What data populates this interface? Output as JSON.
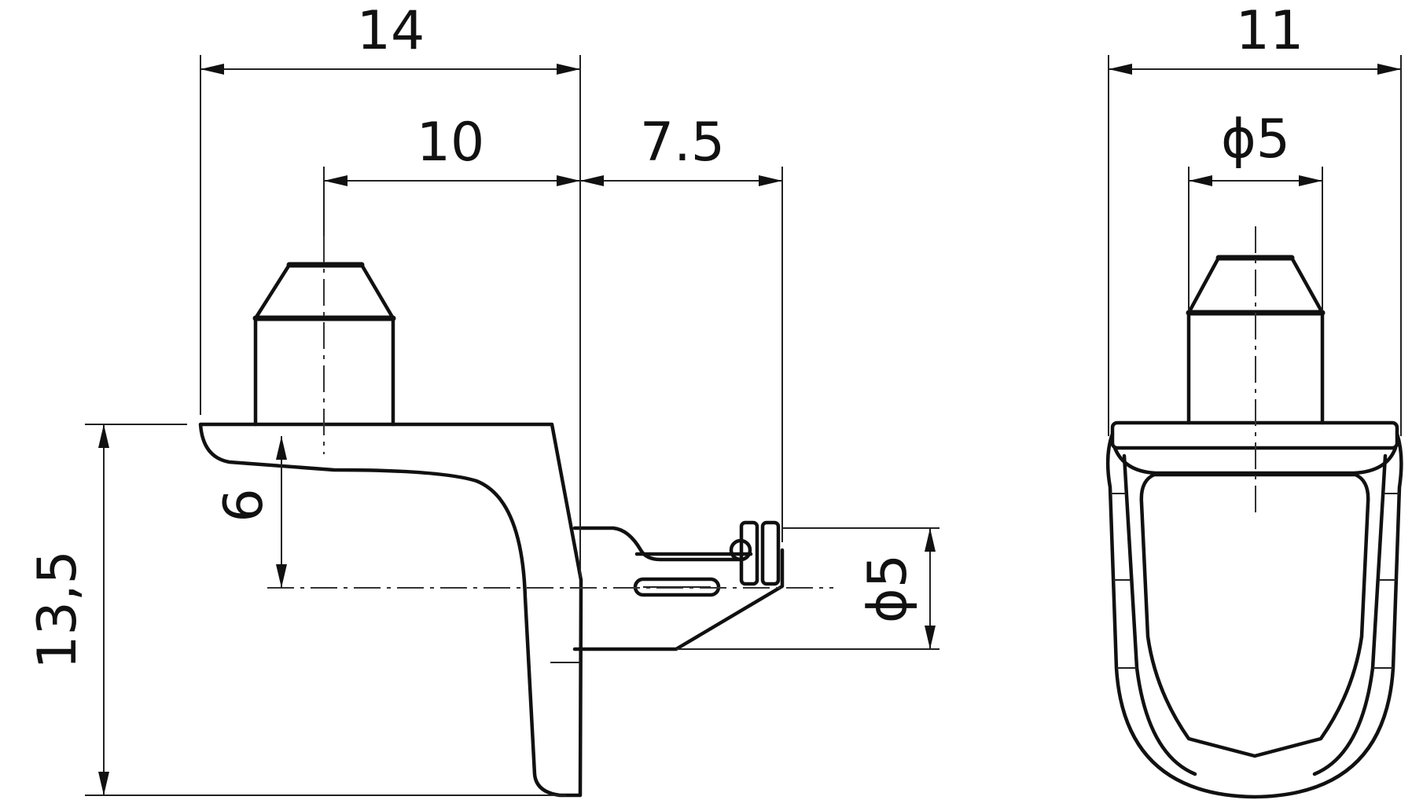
{
  "side_view": {
    "dim_overall_width": "14",
    "dim_pin_offset": "10",
    "dim_peg_length": "7.5",
    "dim_peg_depth": "6",
    "dim_height": "13,5",
    "dim_peg_diameter": "ϕ5"
  },
  "front_view": {
    "dim_overall_width": "11",
    "dim_pin_diameter": "ϕ5"
  }
}
